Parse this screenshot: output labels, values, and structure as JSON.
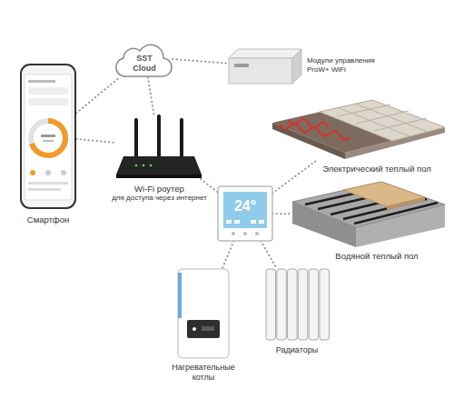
{
  "diagram": {
    "nodes": [
      {
        "text": [
          "SST Cloud"
        ]
      },
      {
        "text": [
          "Модули управления ProW+ WiFi"
        ]
      },
      {
        "text": [
          "Смартфон"
        ]
      },
      {
        "text": [
          "Wi-Fi роутер",
          "для доступа через интернет"
        ]
      },
      {
        "text": [
          "Электрический теплый пол"
        ]
      },
      {
        "text": [
          "24°"
        ]
      },
      {
        "text": [
          "Водяной теплый пол"
        ]
      },
      {
        "text": [
          "Нагревательные котлы"
        ]
      },
      {
        "text": [
          "Радиаторы"
        ]
      }
    ],
    "edges": [
      {
        "from": 2,
        "to": 0,
        "arrow": "none"
      },
      {
        "from": 0,
        "to": 1,
        "arrow": "none"
      },
      {
        "from": 2,
        "to": 3,
        "arrow": "none"
      },
      {
        "from": 0,
        "to": 3,
        "arrow": "none"
      },
      {
        "from": 3,
        "to": 5,
        "arrow": "none"
      },
      {
        "from": 5,
        "to": 4,
        "arrow": "none"
      },
      {
        "from": 5,
        "to": 6,
        "arrow": "none"
      },
      {
        "from": 5,
        "to": 7,
        "arrow": "none"
      },
      {
        "from": 5,
        "to": 8,
        "arrow": "none"
      }
    ]
  }
}
